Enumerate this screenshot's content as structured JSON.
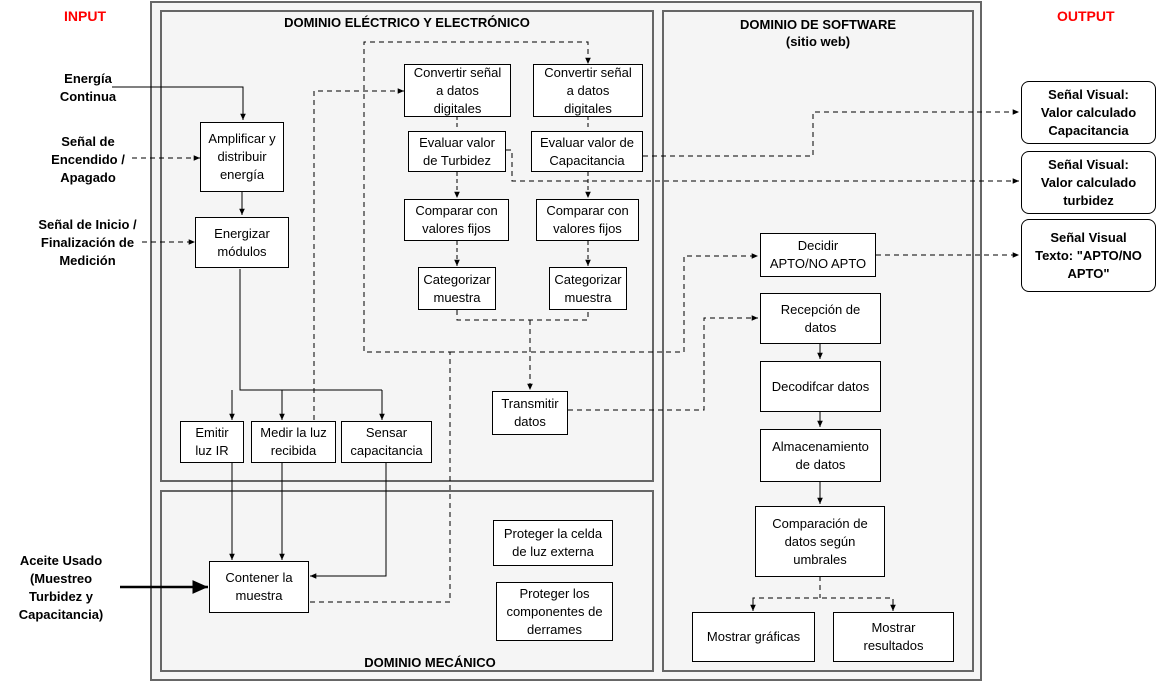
{
  "headers": {
    "input": "INPUT",
    "output": "OUTPUT"
  },
  "domains": {
    "electrical": "DOMINIO ELÉCTRICO Y ELECTRÓNICO",
    "software": "DOMINIO DE SOFTWARE\n(sitio web)",
    "mechanical": "DOMINIO MECÁNICO"
  },
  "inputs": {
    "energy": "Energía\nContinua",
    "power_signal": "Señal de\nEncendido /\nApagado",
    "measure_signal": "Señal de Inicio /\nFinalización de\nMedición",
    "used_oil": "Aceite Usado\n(Muestreo\nTurbidez y\nCapacitancia)"
  },
  "blocks": {
    "amplify": "Amplificar y\ndistribuir\nenergía",
    "energize": "Energizar\nmódulos",
    "emit_ir": "Emitir\nluz IR",
    "measure_light": "Medir la luz\nrecibida",
    "sense_cap": "Sensar\ncapacitancia",
    "convert_1": "Convertir señal\na datos\ndigitales",
    "convert_2": "Convertir señal\na datos\ndigitales",
    "eval_turb": "Evaluar valor\nde Turbidez",
    "eval_cap": "Evaluar valor de\nCapacitancia",
    "compare_1": "Comparar con\nvalores fijos",
    "compare_2": "Comparar con\nvalores fijos",
    "categorize_1": "Categorizar\nmuestra",
    "categorize_2": "Categorizar\nmuestra",
    "transmit": "Transmitir\ndatos",
    "contain": "Contener la\nmuestra",
    "protect_cell": "Proteger la celda\nde luz externa",
    "protect_comp": "Proteger los\ncomponentes de\nderrames",
    "decide": "Decidir\nAPTO/NO APTO",
    "receive": "Recepción de\ndatos",
    "decode": "Decodifcar datos",
    "store": "Almacenamiento\nde datos",
    "compare_thr": "Comparación de\ndatos según\numbrales",
    "show_graphs": "Mostrar gráficas",
    "show_results": "Mostrar\nresultados"
  },
  "outputs": {
    "cap_visual": "Señal Visual:\nValor calculado\nCapacitancia",
    "turb_visual": "Señal Visual:\nValor calculado\nturbidez",
    "text_visual": "Señal Visual\nTexto: \"APTO/NO\nAPTO\""
  },
  "colors": {
    "header_red": "#ff0000",
    "domain_border": "#666666",
    "domain_fill": "#f5f5f5"
  }
}
